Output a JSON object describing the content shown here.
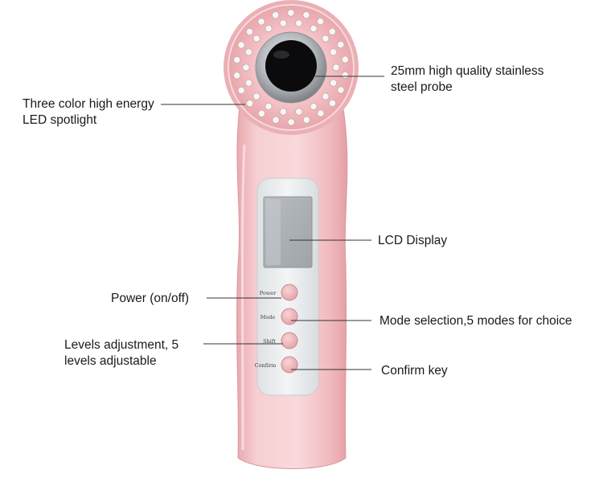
{
  "device": {
    "buttons": [
      {
        "label": "Power"
      },
      {
        "label": "Mode"
      },
      {
        "label": "Shift"
      },
      {
        "label": "Confirm"
      }
    ],
    "body_color": "#f4c7cb",
    "panel_color": "#e9ecee",
    "probe_color": "#c9ccd0"
  },
  "callouts": {
    "probe": {
      "line1": "25mm high quality stainless",
      "line2": "steel probe"
    },
    "led": {
      "line1": "Three color high energy",
      "line2": "LED spotlight"
    },
    "lcd": {
      "line1": "LCD Display"
    },
    "power": {
      "line1": "Power (on/off)"
    },
    "mode": {
      "line1": "Mode selection,5 modes for choice"
    },
    "levels": {
      "line1": "Levels adjustment, 5",
      "line2": "levels adjustable"
    },
    "confirm": {
      "line1": "Confirm key"
    }
  }
}
